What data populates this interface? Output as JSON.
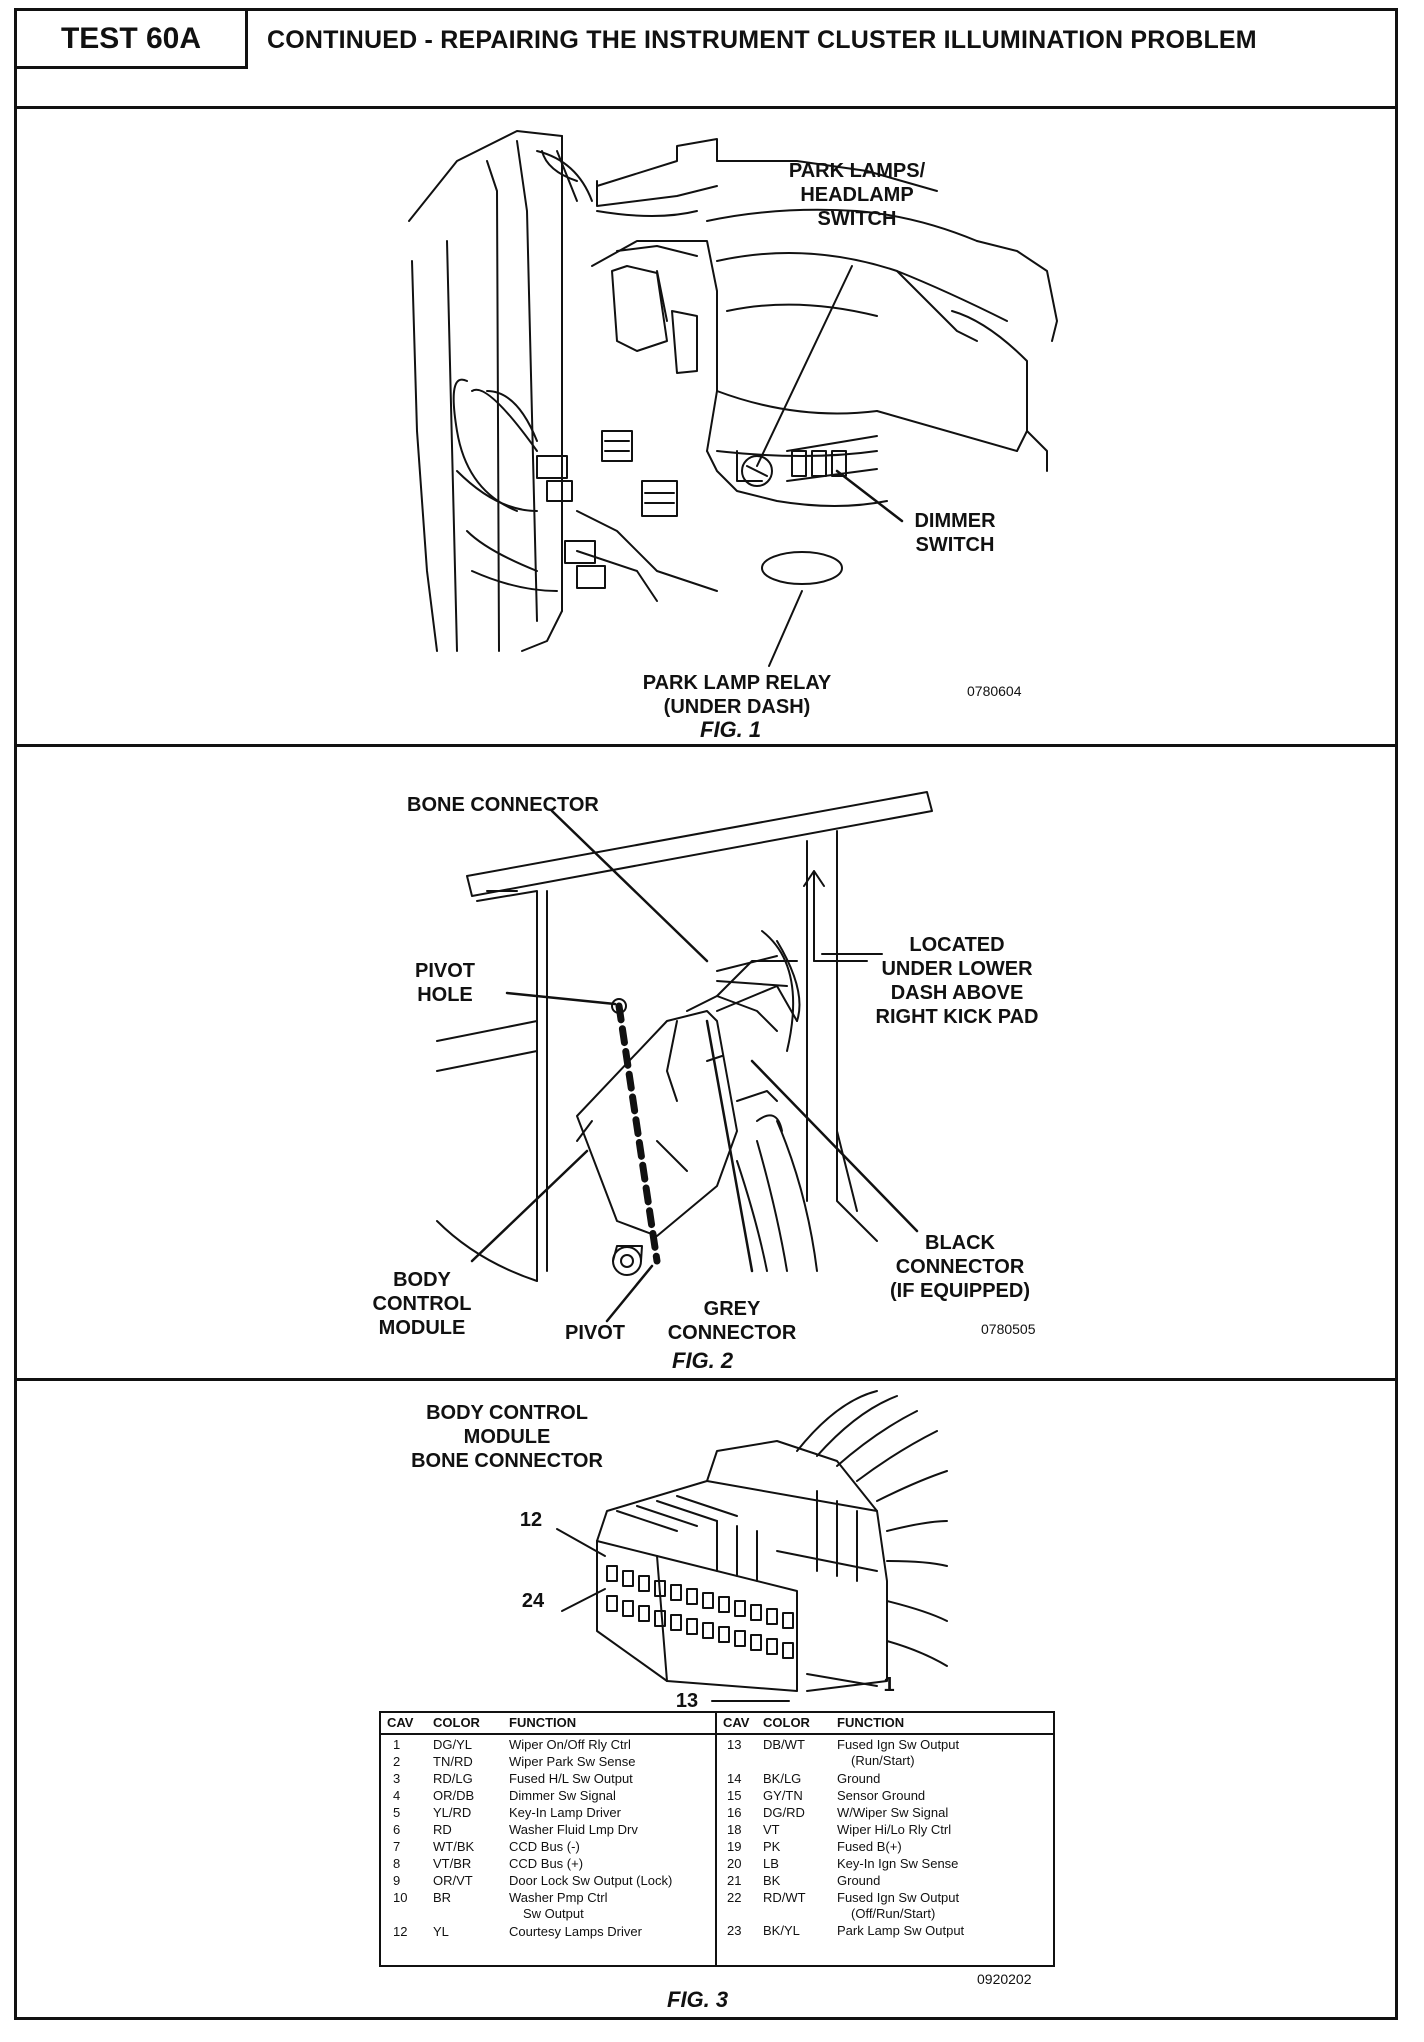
{
  "header": {
    "test_id": "TEST 60A",
    "title": "CONTINUED - REPAIRING THE INSTRUMENT CLUSTER ILLUMINATION PROBLEM"
  },
  "fig1": {
    "labels": {
      "park_lamps_switch": "PARK LAMPS/\nHEADLAMP\nSWITCH",
      "dimmer_switch": "DIMMER\nSWITCH",
      "park_lamp_relay": "PARK LAMP RELAY\n(UNDER DASH)"
    },
    "code": "0780604",
    "caption": "FIG. 1"
  },
  "fig2": {
    "labels": {
      "bone_connector": "BONE CONNECTOR",
      "pivot_hole": "PIVOT\nHOLE",
      "located": "LOCATED\nUNDER LOWER\nDASH ABOVE\nRIGHT KICK PAD",
      "black_connector": "BLACK\nCONNECTOR\n(IF EQUIPPED)",
      "body_control_module": "BODY\nCONTROL\nMODULE",
      "pivot": "PIVOT",
      "grey_connector": "GREY\nCONNECTOR"
    },
    "code": "0780505",
    "caption": "FIG. 2"
  },
  "fig3": {
    "title": "BODY CONTROL\nMODULE\nBONE CONNECTOR",
    "pins": {
      "p12": "12",
      "p24": "24",
      "p13": "13",
      "p1": "1"
    },
    "table": {
      "headers": [
        "CAV",
        "COLOR",
        "FUNCTION"
      ],
      "left_rows": [
        [
          "1",
          "DG/YL",
          "Wiper On/Off Rly Ctrl",
          ""
        ],
        [
          "2",
          "TN/RD",
          "Wiper Park Sw Sense",
          ""
        ],
        [
          "3",
          "RD/LG",
          "Fused H/L Sw Output",
          ""
        ],
        [
          "4",
          "OR/DB",
          "Dimmer Sw Signal",
          ""
        ],
        [
          "5",
          "YL/RD",
          "Key-In Lamp Driver",
          ""
        ],
        [
          "6",
          "RD",
          "Washer Fluid Lmp Drv",
          ""
        ],
        [
          "7",
          "WT/BK",
          "CCD Bus (-)",
          ""
        ],
        [
          "8",
          "VT/BR",
          "CCD Bus (+)",
          ""
        ],
        [
          "9",
          "OR/VT",
          "Door Lock Sw Output (Lock)",
          ""
        ],
        [
          "10",
          "BR",
          "Washer Pmp Ctrl",
          "Sw Output"
        ],
        [
          "12",
          "YL",
          "Courtesy Lamps Driver",
          ""
        ]
      ],
      "right_rows": [
        [
          "13",
          "DB/WT",
          "Fused Ign Sw Output",
          "(Run/Start)"
        ],
        [
          "14",
          "BK/LG",
          "Ground",
          ""
        ],
        [
          "15",
          "GY/TN",
          "Sensor Ground",
          ""
        ],
        [
          "16",
          "DG/RD",
          "W/Wiper Sw Signal",
          ""
        ],
        [
          "18",
          "VT",
          "Wiper Hi/Lo Rly Ctrl",
          ""
        ],
        [
          "19",
          "PK",
          "Fused B(+)",
          ""
        ],
        [
          "20",
          "LB",
          "Key-In Ign Sw Sense",
          ""
        ],
        [
          "21",
          "BK",
          "Ground",
          ""
        ],
        [
          "22",
          "RD/WT",
          "Fused Ign Sw Output",
          "(Off/Run/Start)"
        ],
        [
          "23",
          "BK/YL",
          "Park Lamp Sw Output",
          ""
        ]
      ]
    },
    "code": "0920202",
    "caption": "FIG. 3"
  }
}
